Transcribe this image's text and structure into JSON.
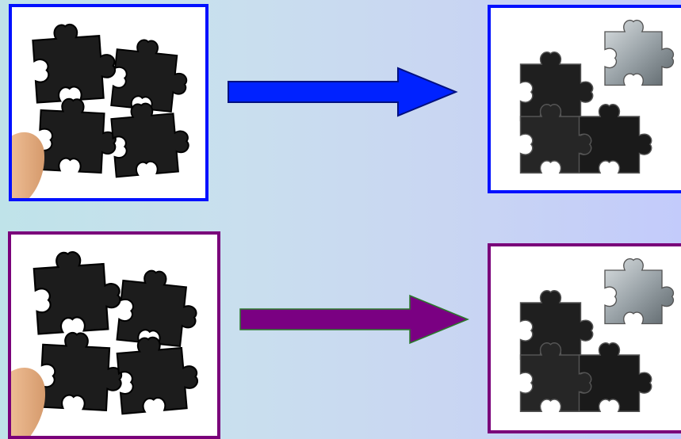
{
  "colors": {
    "background_left": "#bfe3e9",
    "background_right": "#c3cbfb",
    "blue_border": "#0010ff",
    "purple_border": "#7a007a",
    "blue_arrow_fill": "#0022ff",
    "purple_arrow_fill": "#7a0082",
    "purple_arrow_outline": "#2b7a2b",
    "piece_dark": "#1a1a1a",
    "piece_silver": "#a8b0b4",
    "finger_skin": "#e8b48a"
  },
  "rows": [
    {
      "name": "top-row",
      "border_color": "blue",
      "left_image": "loose-puzzle-pieces-with-finger",
      "arrow": "right-arrow",
      "right_image": "assembled-puzzle-pieces"
    },
    {
      "name": "bottom-row",
      "border_color": "purple",
      "left_image": "loose-puzzle-pieces-with-finger",
      "arrow": "right-arrow",
      "right_image": "assembled-puzzle-pieces"
    }
  ]
}
